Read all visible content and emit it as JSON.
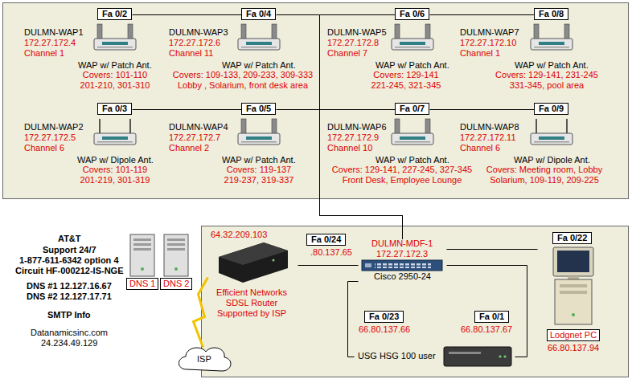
{
  "diagram": {
    "nodes": [
      {
        "text": [
          "Fa 0/2"
        ]
      },
      {
        "text": [
          "DULMN-WAP1",
          "172.27.172.4",
          "Channel 1",
          "WAP w/ Patch Ant.",
          "Covers: 101-110 201-210, 301-310"
        ]
      },
      {
        "text": [
          "Fa 0/4"
        ]
      },
      {
        "text": [
          "DULMN-WAP3",
          "172.27.172.6",
          "Channel 11",
          "WAP w/ Patch Ant.",
          "Covers: 109-133, 209-233, 309-333 Lobby , Solarium, front desk area"
        ]
      },
      {
        "text": [
          "Fa 0/6"
        ]
      },
      {
        "text": [
          "DULMN-WAP5",
          "172.27.172.8",
          "Channel 7",
          "WAP w/ Patch Ant.",
          "Covers: 129-141 221-245, 321-345"
        ]
      },
      {
        "text": [
          "Fa 0/8"
        ]
      },
      {
        "text": [
          "DULMN-WAP7",
          "172.27.172.10",
          "Channel 1",
          "WAP w/ Patch Ant.",
          "Covers: 129-141, 231-245 331-345, pool area"
        ]
      },
      {
        "text": [
          "Fa 0/3"
        ]
      },
      {
        "text": [
          "DULMN-WAP2",
          "172.27.172.5",
          "Channel 6",
          "WAP w/ Dipole Ant.",
          "Covers: 101-119 201-219, 301-319"
        ]
      },
      {
        "text": [
          "Fa 0/5"
        ]
      },
      {
        "text": [
          "DULMN-WAP4",
          "172.27.172.7",
          "Channel 2",
          "WAP w/ Patch Ant.",
          "Covers: 119-137 219-237, 319-337"
        ]
      },
      {
        "text": [
          "Fa 0/7"
        ]
      },
      {
        "text": [
          "DULMN-WAP6",
          "172.27.172.9",
          "Channel 10",
          "WAP w/ Patch Ant.",
          "Covers: 129-141, 227-245, 327-345 Front Desk, Employee Lounge"
        ]
      },
      {
        "text": [
          "Fa 0/9"
        ]
      },
      {
        "text": [
          "DULMN-WAP8",
          "172.27.172.11",
          "Channel 6",
          "WAP w/ Dipole Ant.",
          "Covers: Meeting room, Lobby Solarium, 109-119, 209-225"
        ]
      },
      {
        "text": [
          "DNS 1"
        ]
      },
      {
        "text": [
          "DNS 2"
        ]
      },
      {
        "text": [
          "64.32.209.103",
          "Efficient Networks SDSL Router Supported by ISP"
        ]
      },
      {
        "text": [
          "Fa 0/24"
        ]
      },
      {
        "text": [
          "DULMN-MDF-1",
          "172.27.172.3",
          "Cisco 2950-24"
        ]
      },
      {
        "text": [
          "Fa 0/22"
        ]
      },
      {
        "text": [
          "Lodgnet PC",
          "66.80.137.94"
        ]
      },
      {
        "text": [
          "Fa 0/23"
        ]
      },
      {
        "text": [
          "Fa 0/1"
        ]
      },
      {
        "text": [
          "USG HSG 100 user"
        ]
      },
      {
        "text": [
          "ISP"
        ]
      }
    ],
    "edges": [
      {
        "from": 0,
        "to": 2,
        "arrow": "none"
      },
      {
        "from": 2,
        "to": 20,
        "arrow": "none"
      },
      {
        "from": 4,
        "to": 20,
        "arrow": "none"
      },
      {
        "from": 6,
        "to": 4,
        "arrow": "none"
      },
      {
        "from": 8,
        "to": 10,
        "arrow": "none"
      },
      {
        "from": 10,
        "to": 20,
        "arrow": "none"
      },
      {
        "from": 12,
        "to": 20,
        "arrow": "none"
      },
      {
        "from": 14,
        "to": 12,
        "arrow": "none"
      },
      {
        "from": 18,
        "to": 20,
        "arrow": "none"
      },
      {
        "from": 20,
        "to": 22,
        "arrow": "none"
      },
      {
        "from": 20,
        "to": 25,
        "arrow": "none"
      },
      {
        "from": 20,
        "to": 25,
        "arrow": "none"
      },
      {
        "from": 26,
        "to": 18,
        "arrow": "none"
      }
    ],
    "labels": [
      "AT&T",
      "Support 24/7",
      "1-877-611-6342 option 4",
      "Circuit HF-000212-IS-NGE",
      "DNS #1 12.127.16.67",
      "DNS #2 12.127.17.71",
      "SMTP Info",
      "Datanamicsinc.com",
      "24.234.49.129",
      ".80.137.65",
      "66.80.137.66",
      "66.80.137.67"
    ]
  }
}
